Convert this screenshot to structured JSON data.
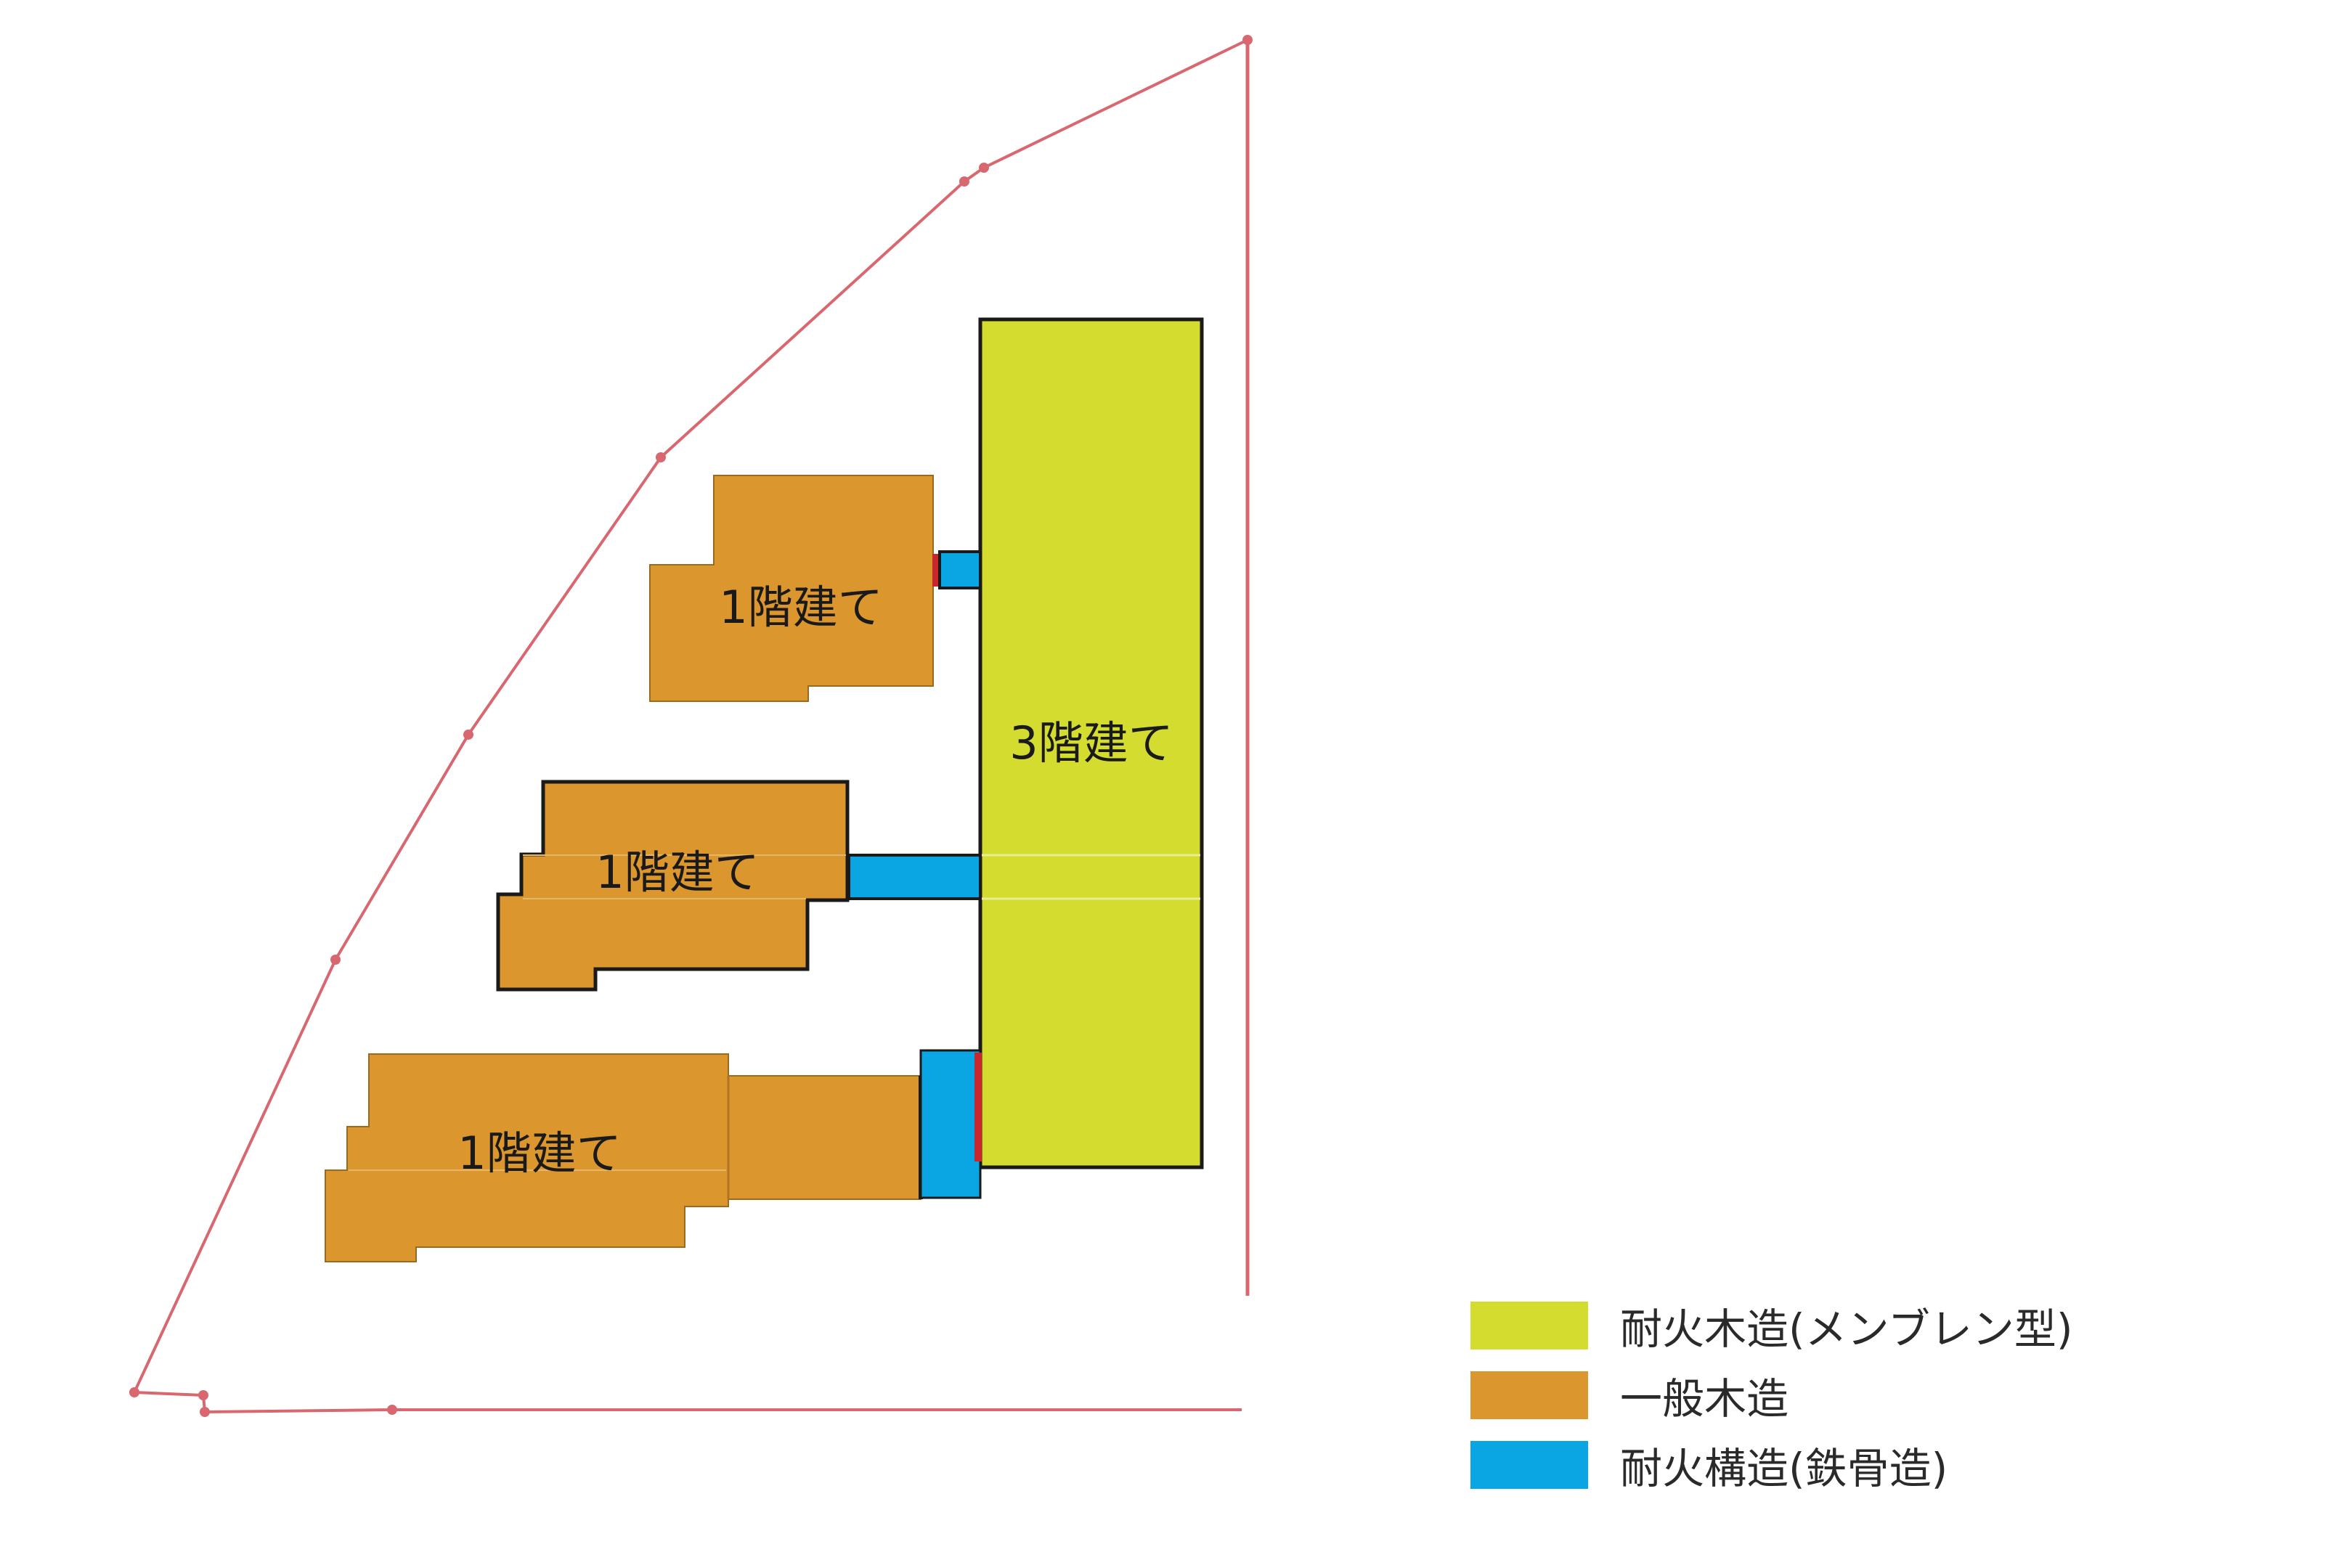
{
  "colors": {
    "fireproof_timber": "#d3dc2f",
    "general_timber": "#dc962e",
    "fireproof_steel": "#0aa5e3",
    "site_boundary": "#d9676f",
    "joint_red": "#c8282d",
    "outline": "#1a1a1a"
  },
  "buildings": {
    "main": {
      "label": "3階建て"
    },
    "upper": {
      "label": "1階建て"
    },
    "middle": {
      "label": "1階建て"
    },
    "lower": {
      "label": "1階建て"
    }
  },
  "legend": {
    "items": [
      {
        "label": "耐火木造(メンブレン型)",
        "color": "#d3dc2f"
      },
      {
        "label": "一般木造",
        "color": "#dc962e"
      },
      {
        "label": "耐火構造(鉄骨造)",
        "color": "#0aa5e3"
      }
    ]
  }
}
